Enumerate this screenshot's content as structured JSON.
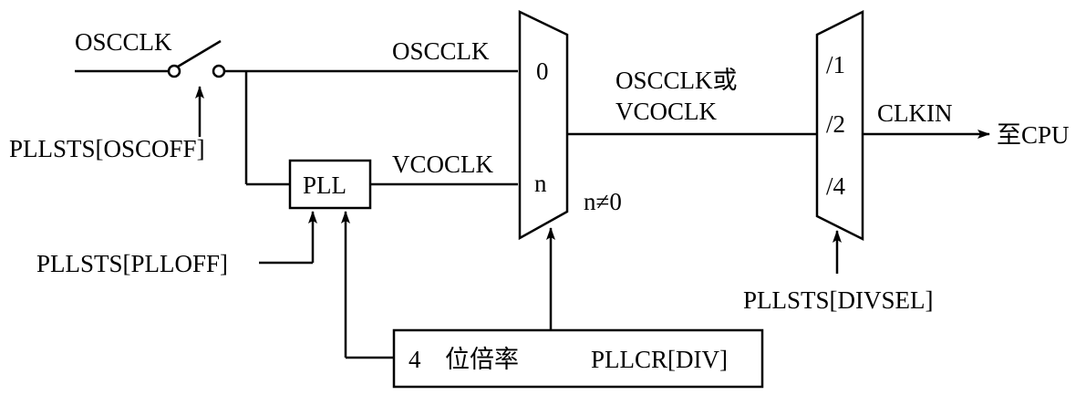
{
  "labels": {
    "osc_input": "OSCCLK",
    "osc_off": "PLLSTS[OSCOFF]",
    "osc_mux": "OSCCLK",
    "vco": "VCOCLK",
    "pll_box": "PLL",
    "pll_off": "PLLSTS[PLLOFF]",
    "div_box_num": "4",
    "div_box_cn": "位倍率",
    "div_box_reg": "PLLCR[DIV]",
    "mux_in0": "0",
    "mux_inn": "n",
    "n_cond": "n≠0",
    "mux_out_line1": "OSCCLK或",
    "mux_out_line2": "VCOCLK",
    "div1": "/1",
    "div2": "/2",
    "div4": "/4",
    "clkin": "CLKIN",
    "to_cpu": "至CPU",
    "divsel": "PLLSTS[DIVSEL]"
  },
  "colors": {
    "stroke": "#000000",
    "background": "#ffffff"
  }
}
